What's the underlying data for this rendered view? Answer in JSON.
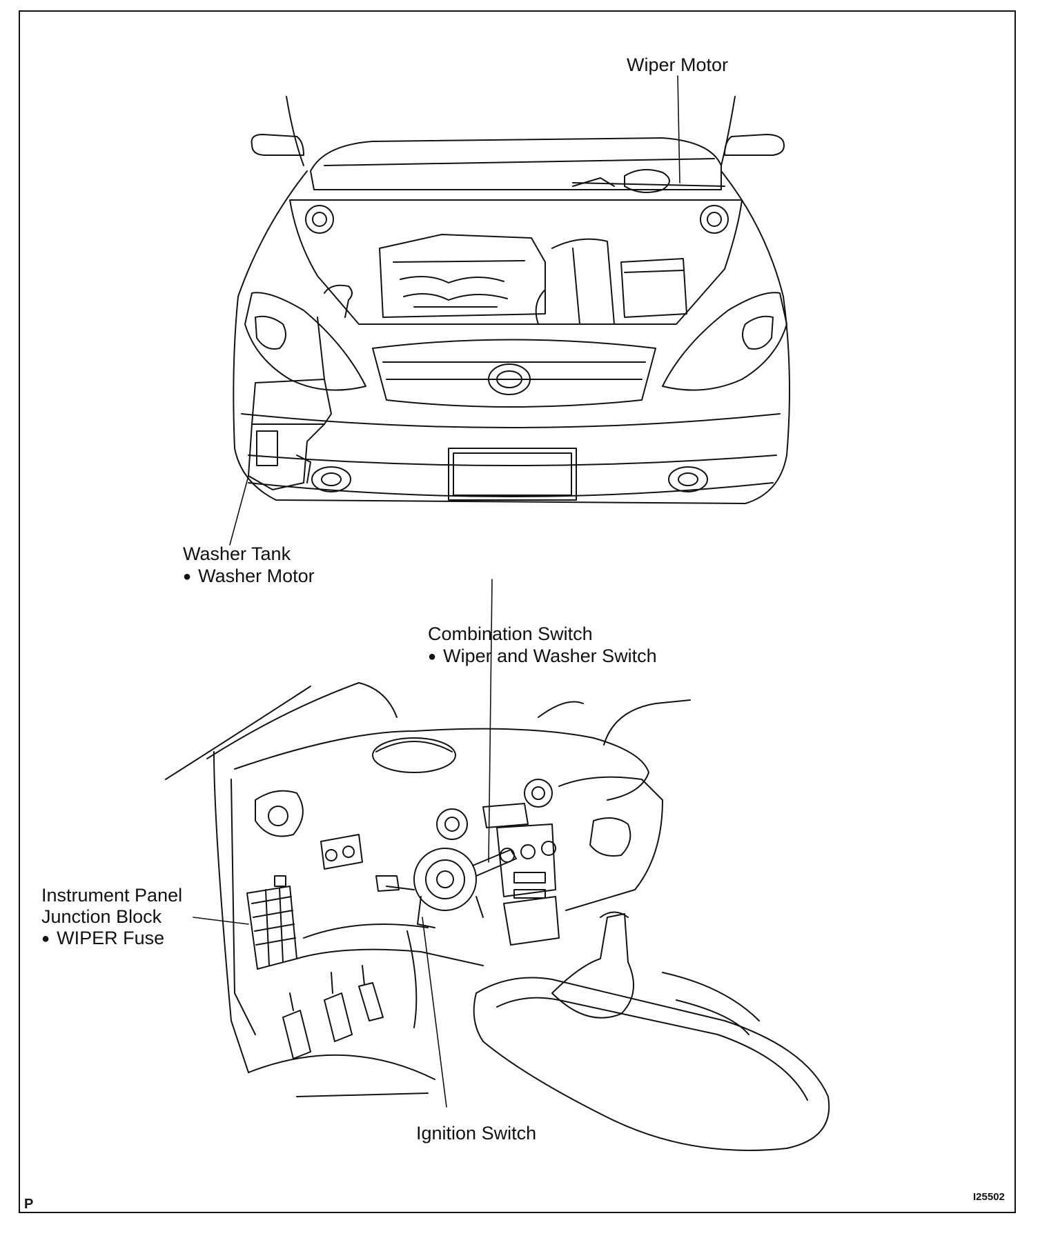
{
  "labels": {
    "wiper_motor": "Wiper Motor",
    "washer_tank": "Washer Tank",
    "washer_motor": "Washer Motor",
    "combination_switch": "Combination Switch",
    "wiper_washer_switch": "Wiper and Washer Switch",
    "ip_line1": "Instrument Panel",
    "ip_line2": "Junction Block",
    "wiper_fuse": "WIPER Fuse",
    "ignition_switch": "Ignition Switch"
  },
  "corner": {
    "left": "P",
    "right": "I25502"
  },
  "colors": {
    "ink": "#111111",
    "paper": "#ffffff"
  }
}
